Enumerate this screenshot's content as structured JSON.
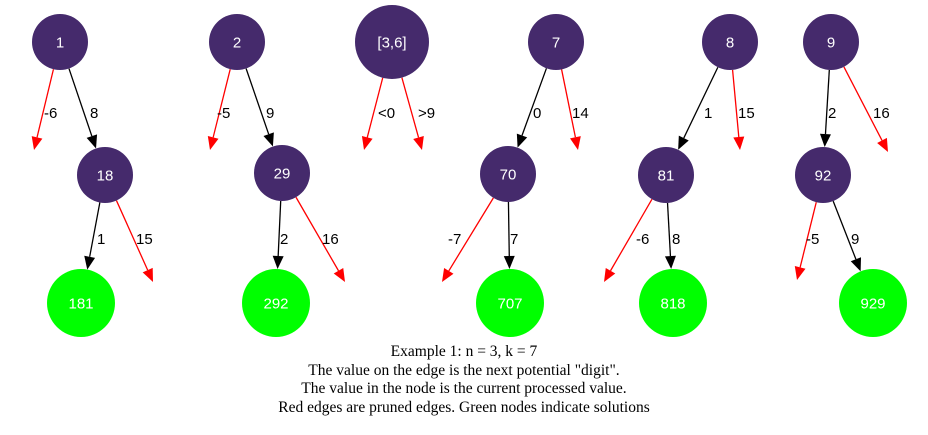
{
  "colors": {
    "node_fill": "#452a6c",
    "solution_fill": "#00ff00",
    "edge_ok": "#000000",
    "edge_pruned": "#ff0000"
  },
  "nodes": [
    {
      "id": "n1",
      "label": "1",
      "type": "normal"
    },
    {
      "id": "n2",
      "label": "2",
      "type": "normal"
    },
    {
      "id": "n36",
      "label": "[3,6]",
      "type": "normal"
    },
    {
      "id": "n7",
      "label": "7",
      "type": "normal"
    },
    {
      "id": "n8",
      "label": "8",
      "type": "normal"
    },
    {
      "id": "n9",
      "label": "9",
      "type": "normal"
    },
    {
      "id": "n18",
      "label": "18",
      "type": "normal"
    },
    {
      "id": "n29",
      "label": "29",
      "type": "normal"
    },
    {
      "id": "n70",
      "label": "70",
      "type": "normal"
    },
    {
      "id": "n81",
      "label": "81",
      "type": "normal"
    },
    {
      "id": "n92",
      "label": "92",
      "type": "normal"
    },
    {
      "id": "n181",
      "label": "181",
      "type": "solution"
    },
    {
      "id": "n292",
      "label": "292",
      "type": "solution"
    },
    {
      "id": "n707",
      "label": "707",
      "type": "solution"
    },
    {
      "id": "n818",
      "label": "818",
      "type": "solution"
    },
    {
      "id": "n929",
      "label": "929",
      "type": "solution"
    }
  ],
  "edges": [
    {
      "from": "n1",
      "to": null,
      "label": "-6",
      "pruned": true
    },
    {
      "from": "n1",
      "to": "n18",
      "label": "8",
      "pruned": false
    },
    {
      "from": "n2",
      "to": null,
      "label": "-5",
      "pruned": true
    },
    {
      "from": "n2",
      "to": "n29",
      "label": "9",
      "pruned": false
    },
    {
      "from": "n36",
      "to": null,
      "label": "<0",
      "pruned": true
    },
    {
      "from": "n36",
      "to": null,
      "label": ">9",
      "pruned": true
    },
    {
      "from": "n7",
      "to": "n70",
      "label": "0",
      "pruned": false
    },
    {
      "from": "n7",
      "to": null,
      "label": "14",
      "pruned": true
    },
    {
      "from": "n8",
      "to": "n81",
      "label": "1",
      "pruned": false
    },
    {
      "from": "n8",
      "to": null,
      "label": "15",
      "pruned": true
    },
    {
      "from": "n9",
      "to": "n92",
      "label": "2",
      "pruned": false
    },
    {
      "from": "n9",
      "to": null,
      "label": "16",
      "pruned": true
    },
    {
      "from": "n18",
      "to": "n181",
      "label": "1",
      "pruned": false
    },
    {
      "from": "n18",
      "to": null,
      "label": "15",
      "pruned": true
    },
    {
      "from": "n29",
      "to": "n292",
      "label": "2",
      "pruned": false
    },
    {
      "from": "n29",
      "to": null,
      "label": "16",
      "pruned": true
    },
    {
      "from": "n70",
      "to": null,
      "label": "-7",
      "pruned": true
    },
    {
      "from": "n70",
      "to": "n707",
      "label": "7",
      "pruned": false
    },
    {
      "from": "n81",
      "to": null,
      "label": "-6",
      "pruned": true
    },
    {
      "from": "n81",
      "to": "n818",
      "label": "8",
      "pruned": false
    },
    {
      "from": "n92",
      "to": null,
      "label": "-5",
      "pruned": true
    },
    {
      "from": "n92",
      "to": "n929",
      "label": "9",
      "pruned": false
    }
  ],
  "caption": {
    "line1": "Example 1: n = 3, k = 7",
    "line2": "The value on the edge is the next potential \"digit\".",
    "line3": "The value in the node is the current processed value.",
    "line4": "Red edges are pruned edges. Green nodes indicate solutions"
  }
}
